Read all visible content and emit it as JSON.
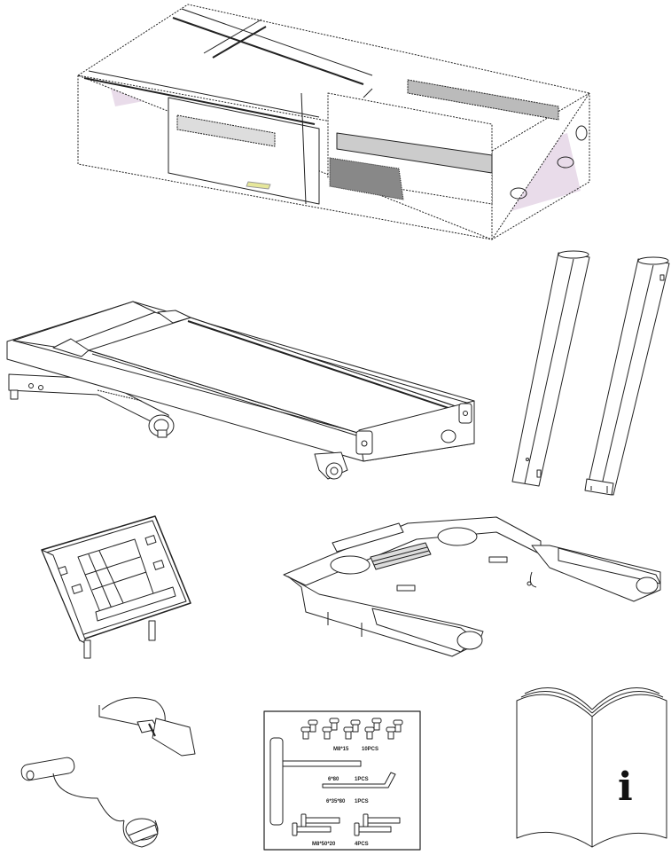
{
  "hardware_labels": {
    "bolt_short_size": "M8*15",
    "bolt_short_qty": "10PCS",
    "allen_large_size": "6*80",
    "allen_large_qty": "1PCS",
    "allen_small_size": "6*35*80",
    "allen_small_qty": "1PCS",
    "bolt_long_size": "M8*50*20",
    "bolt_long_qty": "4PCS"
  },
  "manual": {
    "info_symbol": "i"
  },
  "colors": {
    "box_panel_tint": "#e9dcea",
    "line": "#222222"
  }
}
